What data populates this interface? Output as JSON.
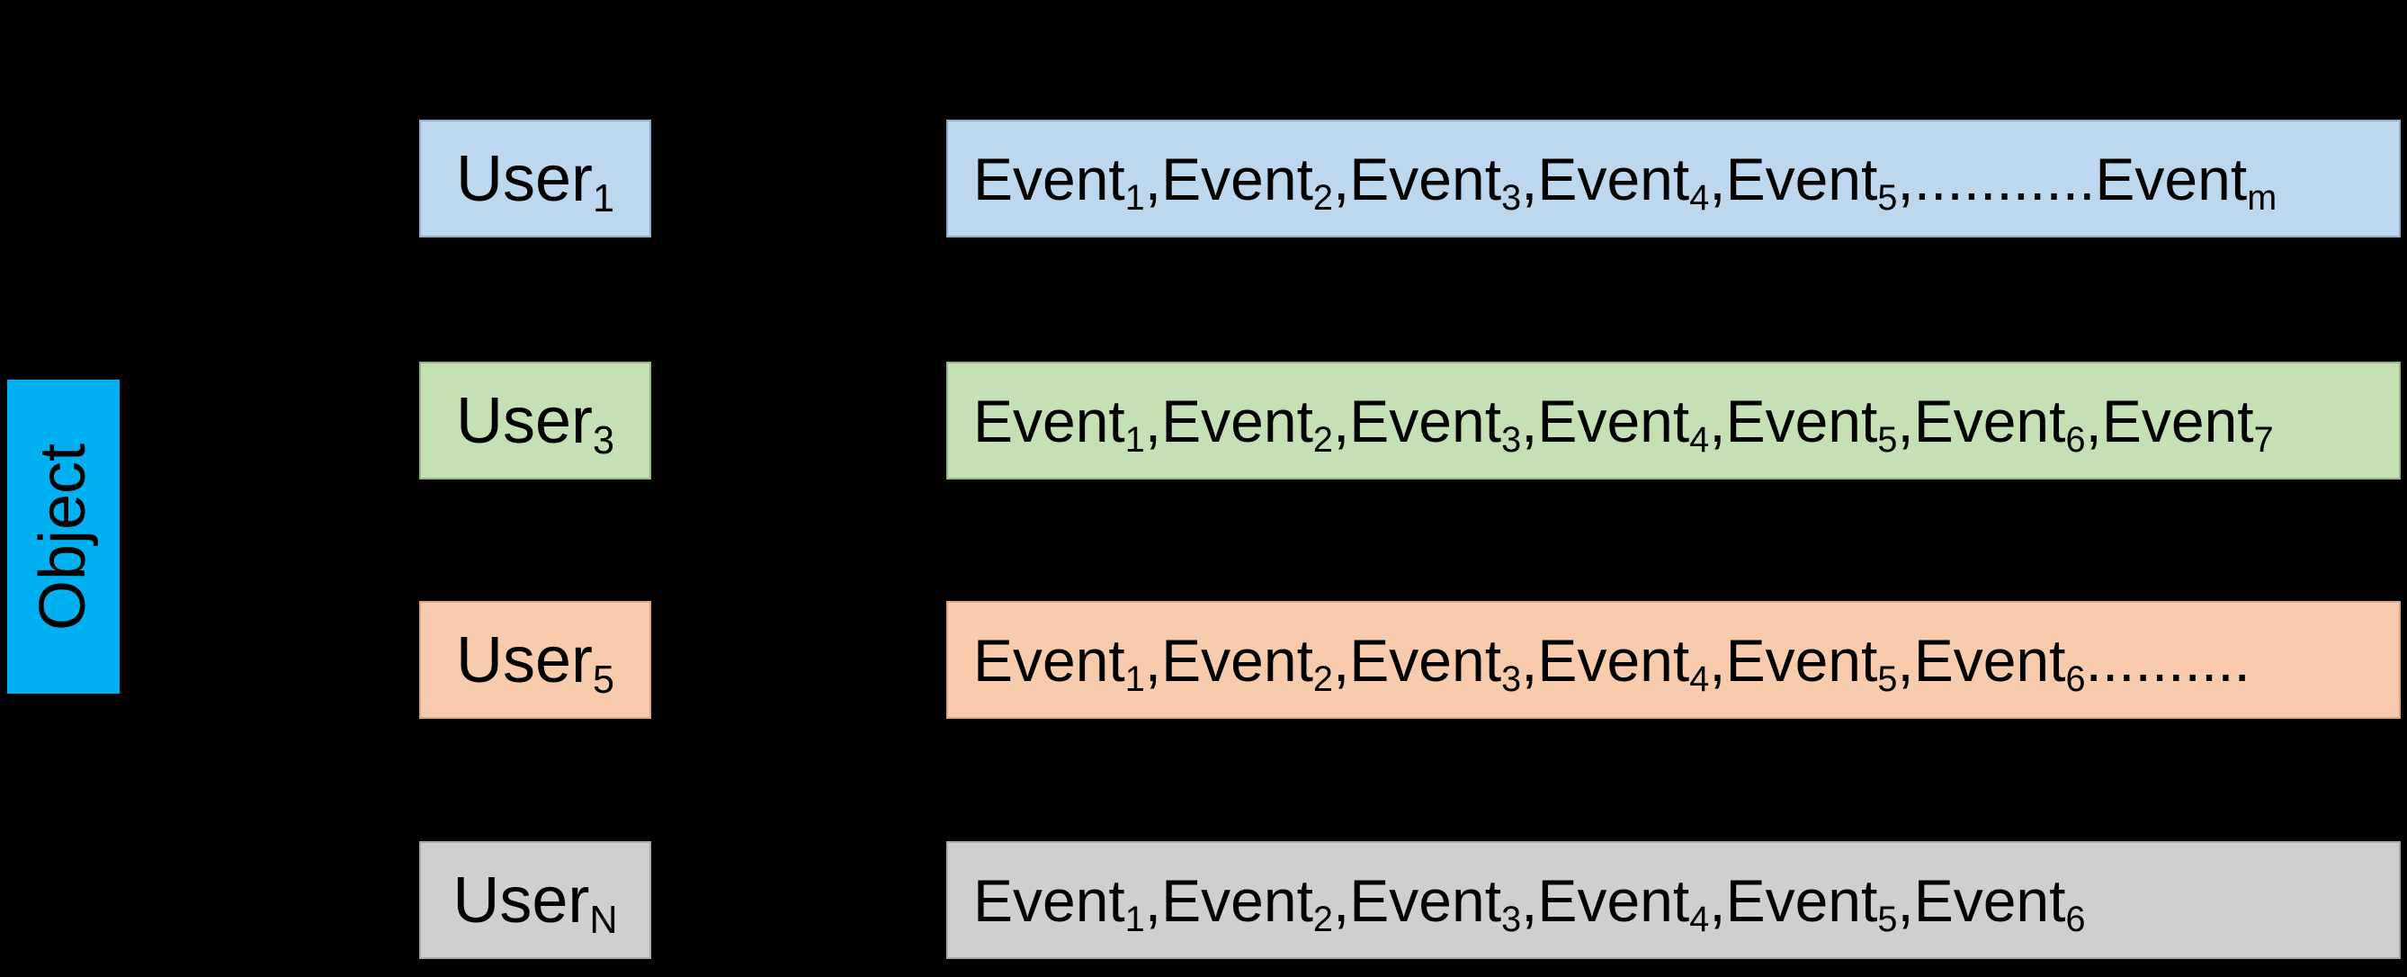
{
  "canvas": {
    "background": "#000000",
    "text_color": "#000000"
  },
  "object_box": {
    "label": "Object",
    "fill": "#00B0F0"
  },
  "rows": [
    {
      "id": "user-1",
      "fill": "#BDD7EE",
      "border": "#8FAFD0",
      "user": {
        "base": "User",
        "sub": "1"
      },
      "events": [
        {
          "base": "Event",
          "sub": "1",
          "sep": ", "
        },
        {
          "base": "Event",
          "sub": "2",
          "sep": ", "
        },
        {
          "base": "Event",
          "sub": "3",
          "sep": ", "
        },
        {
          "base": "Event",
          "sub": "4",
          "sep": ", "
        },
        {
          "base": "Event",
          "sub": "5",
          "sep": ",........... "
        },
        {
          "base": "Event",
          "sub": "m",
          "sep": ""
        }
      ]
    },
    {
      "id": "user-3",
      "fill": "#C5E0B4",
      "border": "#95B97E",
      "user": {
        "base": "User",
        "sub": "3"
      },
      "events": [
        {
          "base": "Event",
          "sub": "1",
          "sep": ", "
        },
        {
          "base": "Event",
          "sub": "2",
          "sep": ", "
        },
        {
          "base": "Event",
          "sub": "3",
          "sep": ", "
        },
        {
          "base": "Event",
          "sub": "4",
          "sep": ", "
        },
        {
          "base": "Event",
          "sub": "5",
          "sep": ", "
        },
        {
          "base": "Event",
          "sub": "6",
          "sep": ", "
        },
        {
          "base": "Event",
          "sub": "7",
          "sep": ""
        }
      ]
    },
    {
      "id": "user-5",
      "fill": "#F8CBAD",
      "border": "#DBA77F",
      "user": {
        "base": "User",
        "sub": "5"
      },
      "events": [
        {
          "base": "Event",
          "sub": "1",
          "sep": ", "
        },
        {
          "base": "Event",
          "sub": "2",
          "sep": ", "
        },
        {
          "base": "Event",
          "sub": "3",
          "sep": ", "
        },
        {
          "base": "Event",
          "sub": "4",
          "sep": ", "
        },
        {
          "base": "Event",
          "sub": "5",
          "sep": ", "
        },
        {
          "base": "Event",
          "sub": "6",
          "sep": ".........."
        }
      ]
    },
    {
      "id": "user-N",
      "fill": "#D0CECE",
      "border": "#ABA9A9",
      "user": {
        "base": "User",
        "sub": "N"
      },
      "events": [
        {
          "base": "Event",
          "sub": "1",
          "sep": ", "
        },
        {
          "base": "Event",
          "sub": "2",
          "sep": ", "
        },
        {
          "base": "Event",
          "sub": "3",
          "sep": ", "
        },
        {
          "base": "Event",
          "sub": "4",
          "sep": ", "
        },
        {
          "base": "Event",
          "sub": "5",
          "sep": ", "
        },
        {
          "base": "Event",
          "sub": "6",
          "sep": ""
        }
      ]
    }
  ]
}
